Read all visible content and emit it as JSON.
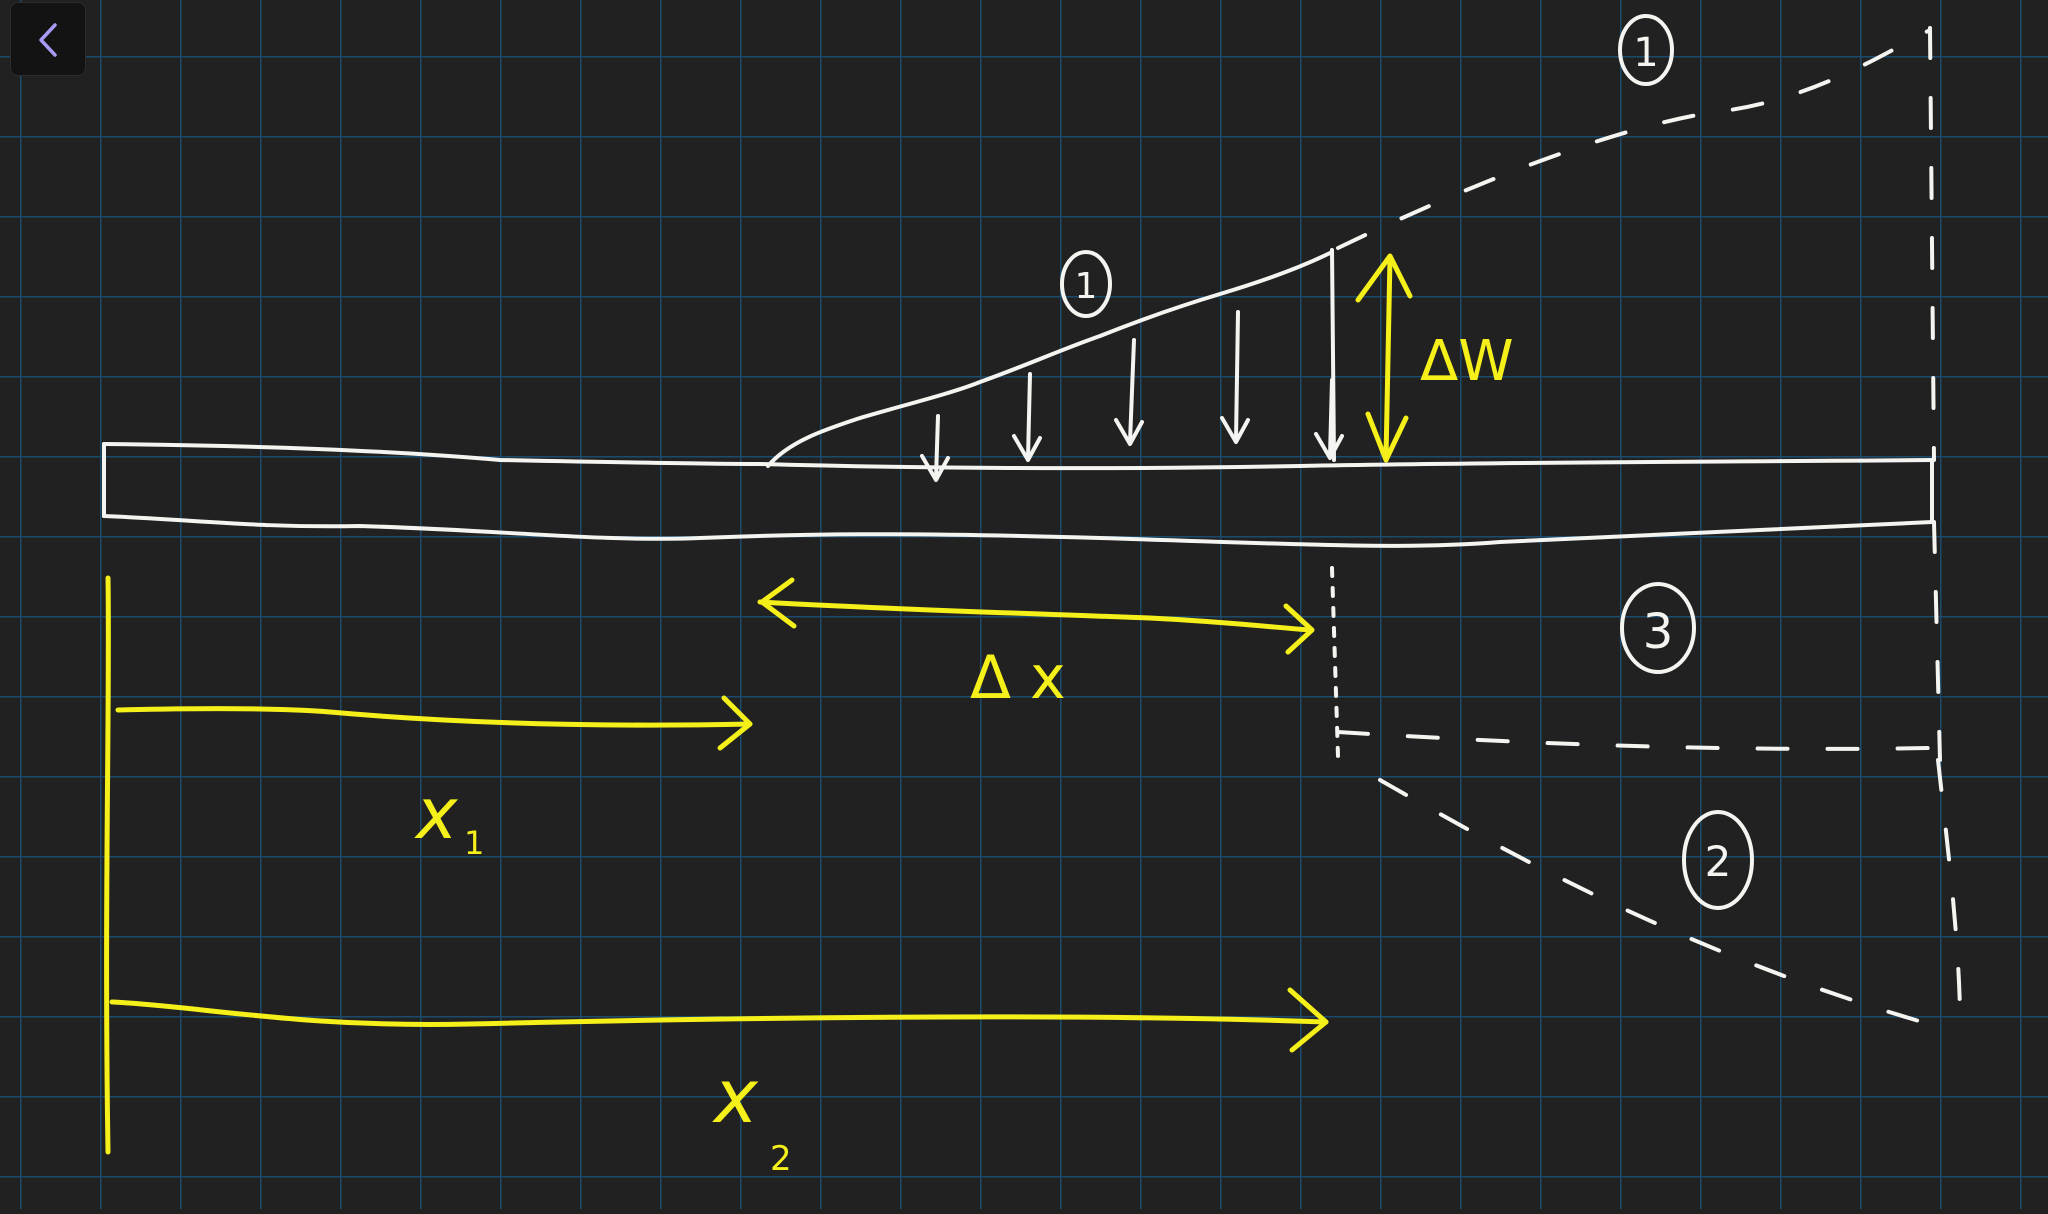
{
  "toolbar": {
    "back_icon": "chevron-left-icon"
  },
  "colors": {
    "background": "#222121",
    "grid": "#1b4a6b",
    "ink_white": "#f4f4f0",
    "ink_yellow": "#f5ef1a"
  },
  "labels": {
    "region_1_top": "1",
    "region_1_load": "1",
    "region_2": "2",
    "region_3": "3",
    "delta_w": "ΔW",
    "delta_x": "Δ x",
    "x1_main": "x",
    "x1_sub": "1",
    "x2_main": "x",
    "x2_sub": "2"
  }
}
